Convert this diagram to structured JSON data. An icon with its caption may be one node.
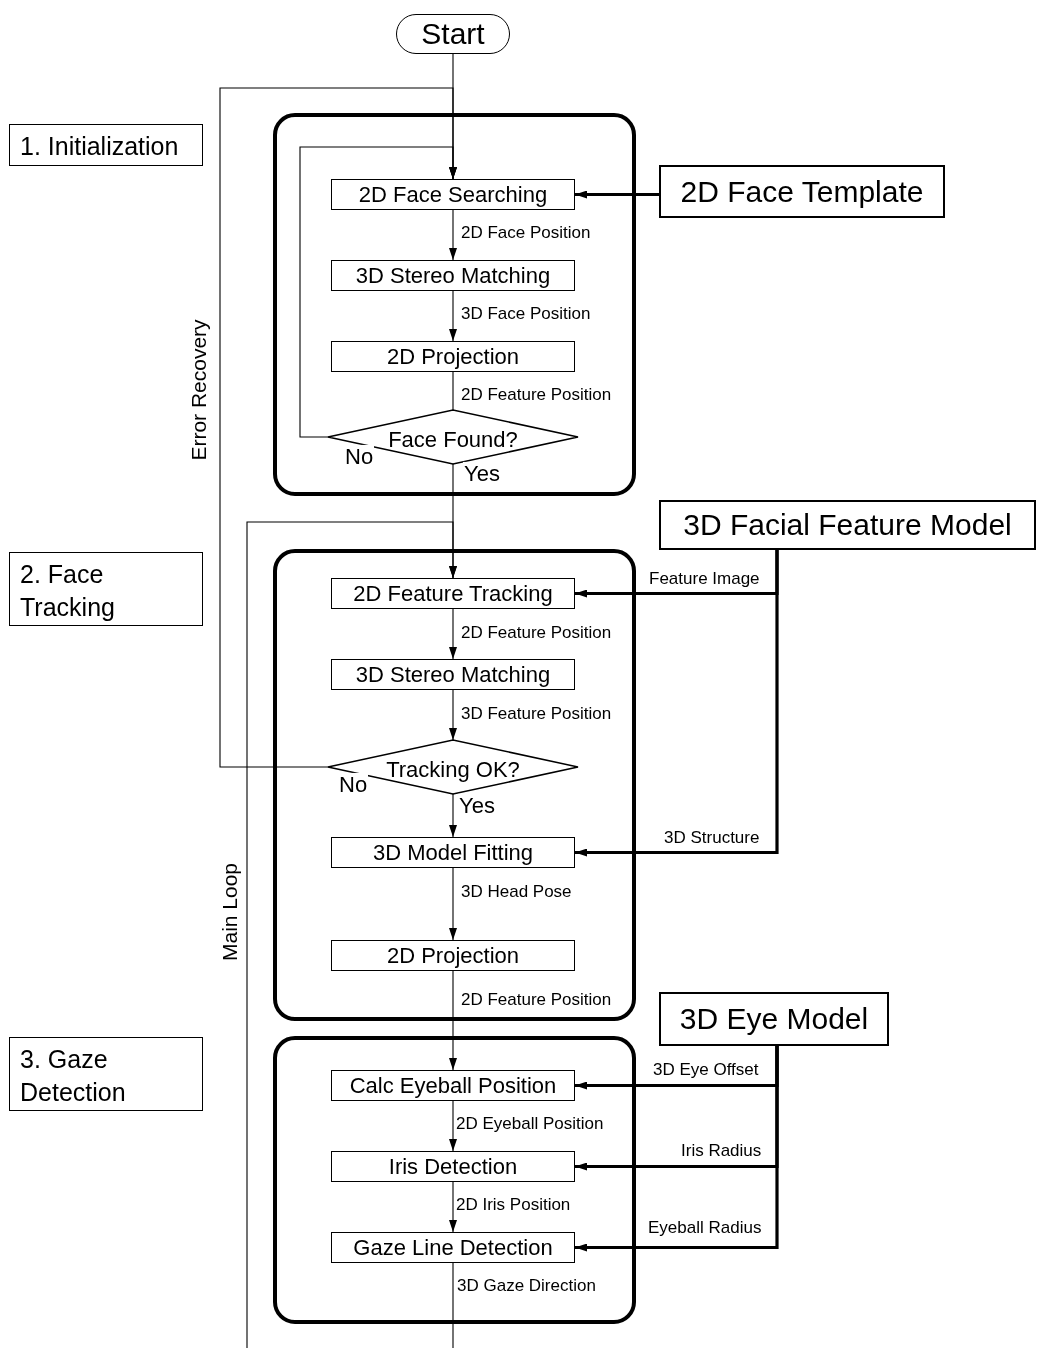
{
  "diagram": {
    "nodes": [
      {
        "text": [
          "Start"
        ]
      },
      {
        "text": [],
        "shape": "box"
      },
      {
        "text": [
          "1. Initialization"
        ]
      },
      {
        "text": [
          "2D Face Searching"
        ],
        "in": 1
      },
      {
        "text": [
          "3D Stereo Matching"
        ],
        "in": 1
      },
      {
        "text": [
          "2D Projection"
        ],
        "in": 1
      },
      {
        "text": [
          "Face Found?"
        ],
        "in": 1
      },
      {
        "text": [
          "2D Face Template"
        ]
      },
      {
        "text": [],
        "shape": "box"
      },
      {
        "text": [
          "2. Face Tracking"
        ]
      },
      {
        "text": [
          "3D Facial Feature Model"
        ]
      },
      {
        "text": [
          "2D Feature Tracking"
        ],
        "in": 8
      },
      {
        "text": [
          "3D Stereo Matching"
        ],
        "in": 8
      },
      {
        "text": [
          "Tracking OK?"
        ],
        "in": 8
      },
      {
        "text": [
          "3D Model Fitting"
        ],
        "in": 8
      },
      {
        "text": [
          "2D Projection"
        ],
        "in": 8
      },
      {
        "text": [],
        "shape": "box"
      },
      {
        "text": [
          "3. Gaze Detection"
        ]
      },
      {
        "text": [
          "3D Eye Model"
        ]
      },
      {
        "text": [
          "Calc Eyeball Position"
        ],
        "in": 16
      },
      {
        "text": [
          "Iris Detection"
        ],
        "in": 16
      },
      {
        "text": [
          "Gaze Line Detection"
        ],
        "in": 16
      }
    ],
    "edges": [
      {
        "from": 0,
        "to": 3,
        "arrow": "to"
      },
      {
        "from": 7,
        "to": 3,
        "arrow": "to",
        "style": "thick"
      },
      {
        "from": 3,
        "to": 4,
        "arrow": "to",
        "label": "2D Face Position"
      },
      {
        "from": 4,
        "to": 5,
        "arrow": "to",
        "label": "3D Face Position"
      },
      {
        "from": 5,
        "to": 6,
        "arrow": "none",
        "label": "2D Feature Position"
      },
      {
        "from": 6,
        "to": 3,
        "arrow": "to",
        "label": "No"
      },
      {
        "from": 6,
        "to": 11,
        "arrow": "to",
        "label": "Yes"
      },
      {
        "from": 13,
        "to": 3,
        "arrow": "to",
        "label": "No"
      },
      {
        "from": null,
        "to": 11,
        "arrow": "to",
        "label": "Main Loop"
      },
      {
        "from": 21,
        "to": null,
        "arrow": "none",
        "label": "3D Gaze Direction"
      },
      {
        "from": 10,
        "to": 11,
        "arrow": "to",
        "style": "thick",
        "label": "Feature Image"
      },
      {
        "from": 10,
        "to": 14,
        "arrow": "to",
        "style": "thick",
        "label": "3D Structure"
      },
      {
        "from": 11,
        "to": 12,
        "arrow": "to",
        "label": "2D Feature Position"
      },
      {
        "from": 12,
        "to": 13,
        "arrow": "to",
        "label": "3D Feature Position"
      },
      {
        "from": 13,
        "to": 14,
        "arrow": "to",
        "label": "Yes"
      },
      {
        "from": 14,
        "to": 15,
        "arrow": "to",
        "label": "3D Head Pose"
      },
      {
        "from": 15,
        "to": 19,
        "arrow": "to",
        "label": "2D Feature Position"
      },
      {
        "from": 18,
        "to": 19,
        "arrow": "to",
        "style": "thick",
        "label": "3D Eye Offset"
      },
      {
        "from": 18,
        "to": 20,
        "arrow": "to",
        "style": "thick",
        "label": "Iris Radius"
      },
      {
        "from": 18,
        "to": 21,
        "arrow": "to",
        "style": "thick",
        "label": "Eyeball Radius"
      },
      {
        "from": 19,
        "to": 20,
        "arrow": "to",
        "label": "2D Eyeball Position"
      },
      {
        "from": 20,
        "to": 21,
        "arrow": "to",
        "label": "2D Iris Position"
      }
    ],
    "labels": [
      "Error Recovery"
    ]
  }
}
